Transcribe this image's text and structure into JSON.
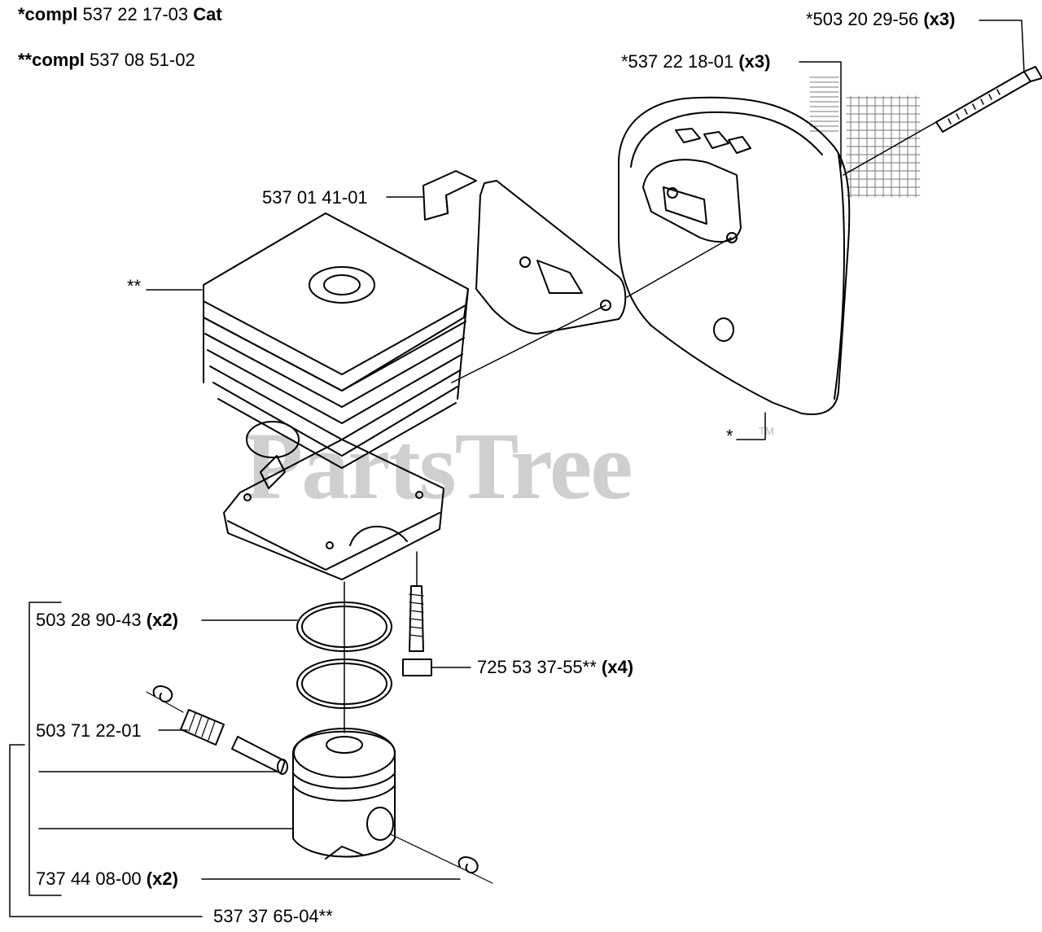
{
  "headers": {
    "compl_cat_prefix": "*compl",
    "compl_cat_number": "537 22 17-03",
    "compl_cat_suffix": "Cat",
    "compl_prefix": "**compl",
    "compl_number": "537 08 51-02"
  },
  "watermark": {
    "text": "PartsTree",
    "tm": "TM"
  },
  "parts": [
    {
      "id": "screw_top",
      "number": "*503 20 29-56",
      "qty": "(x3)"
    },
    {
      "id": "muffler_gasket",
      "number": "*537 22 18-01",
      "qty": "(x3)"
    },
    {
      "id": "bracket",
      "number": "537 01 41-01",
      "qty": ""
    },
    {
      "id": "cylinder",
      "number": "**",
      "qty": ""
    },
    {
      "id": "muffler",
      "number": "*",
      "qty": ""
    },
    {
      "id": "piston_ring",
      "number": "503 28 90-43",
      "qty": "(x2)"
    },
    {
      "id": "cyl_screw",
      "number": "725 53 37-55**",
      "qty": "(x4)"
    },
    {
      "id": "needle_bearing",
      "number": "503 71 22-01",
      "qty": ""
    },
    {
      "id": "circlip",
      "number": "737 44 08-00",
      "qty": "(x2)"
    },
    {
      "id": "piston",
      "number": "537 37 65-04**",
      "qty": ""
    }
  ]
}
